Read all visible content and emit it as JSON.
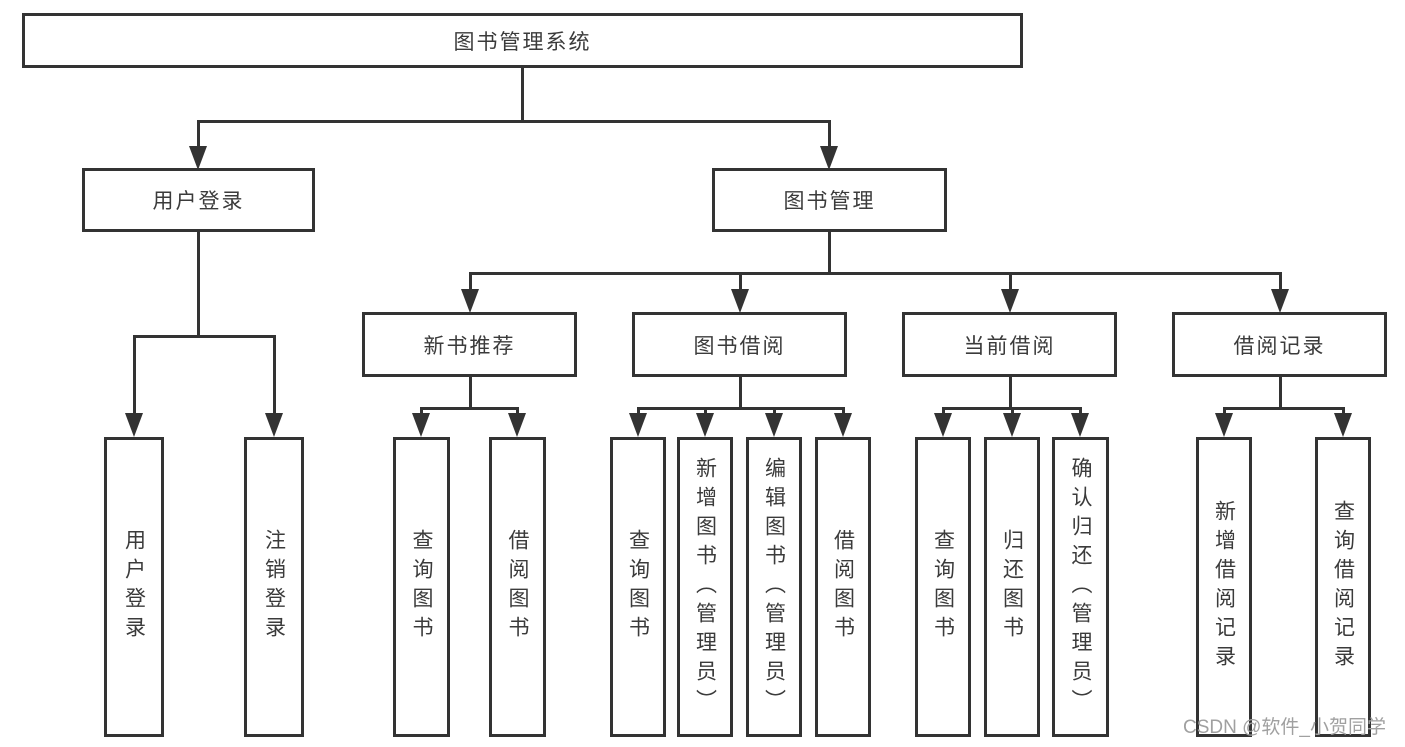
{
  "colors": {
    "line": "#333333",
    "text": "#3b3b3b",
    "background": "#ffffff",
    "watermark_color": "#a0a0a0"
  },
  "root": {
    "label": "图书管理系统"
  },
  "level2": [
    {
      "label": "用户登录"
    },
    {
      "label": "图书管理"
    }
  ],
  "level3": [
    {
      "label": "新书推荐",
      "parent": "图书管理"
    },
    {
      "label": "图书借阅",
      "parent": "图书管理"
    },
    {
      "label": "当前借阅",
      "parent": "图书管理"
    },
    {
      "label": "借阅记录",
      "parent": "图书管理"
    }
  ],
  "leaves": [
    {
      "label": "用户登录",
      "parent": "用户登录"
    },
    {
      "label": "注销登录",
      "parent": "用户登录"
    },
    {
      "label": "查询图书",
      "parent": "新书推荐"
    },
    {
      "label": "借阅图书",
      "parent": "新书推荐"
    },
    {
      "label": "查询图书",
      "parent": "图书借阅"
    },
    {
      "label": "新增图书（管理员）",
      "parent": "图书借阅"
    },
    {
      "label": "编辑图书（管理员）",
      "parent": "图书借阅"
    },
    {
      "label": "借阅图书",
      "parent": "图书借阅"
    },
    {
      "label": "查询图书",
      "parent": "当前借阅"
    },
    {
      "label": "归还图书",
      "parent": "当前借阅"
    },
    {
      "label": "确认归还（管理员）",
      "parent": "当前借阅"
    },
    {
      "label": "新增借阅记录",
      "parent": "借阅记录"
    },
    {
      "label": "查询借阅记录",
      "parent": "借阅记录"
    }
  ],
  "watermark": "CSDN @软件_小贺同学"
}
